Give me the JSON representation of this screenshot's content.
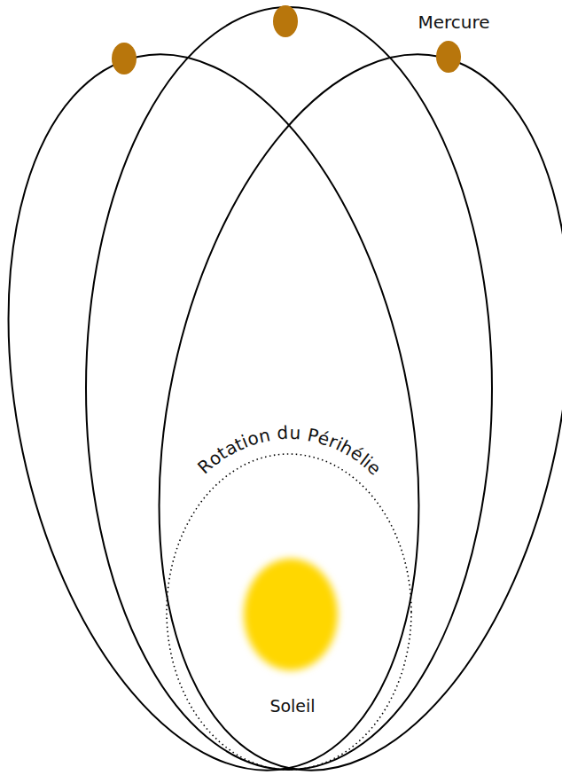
{
  "diagram": {
    "labels": [
      "Mercure",
      "Rotation du Périhélie",
      "Soleil"
    ]
  }
}
